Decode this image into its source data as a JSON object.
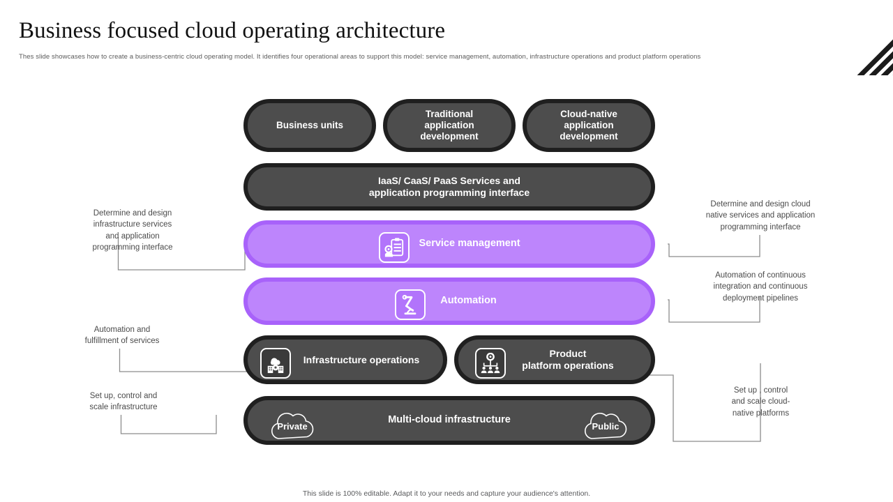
{
  "header": {
    "title": "Business focused cloud operating architecture",
    "subtitle": "Thes slide showcases how to create a business-centric cloud operating model. It identifies four operational areas to support this model:  service management, automation, infrastructure operations and product platform operations"
  },
  "colors": {
    "purple_fill": "#BD85FC",
    "purple_border": "#A862FA",
    "dark_fill": "#4D4D4D",
    "dark_border": "#1F1F1F",
    "connector": "#8C8C8C",
    "text_light": "#FFFFFF",
    "annotation_text": "#4A4A4A"
  },
  "diagram": {
    "top_row": [
      {
        "label": "Business units",
        "style": "dark"
      },
      {
        "label": "Traditional\napplication\ndevelopment",
        "style": "dark"
      },
      {
        "label": "Cloud-native\napplication\ndevelopment",
        "style": "dark"
      }
    ],
    "services_bar": {
      "label": "IaaS/ CaaS/ PaaS Services and\napplication programming interface",
      "style": "dark"
    },
    "service_management": {
      "label": "Service management",
      "icon": "clipboard-gear-hand-icon",
      "style": "purple"
    },
    "automation": {
      "label": "Automation",
      "icon": "robot-arm-icon",
      "style": "purple"
    },
    "operations_row": [
      {
        "label": "Infrastructure operations",
        "icon": "cloud-buildings-gear-icon",
        "style": "dark"
      },
      {
        "label": "Product\nplatform operations",
        "icon": "gear-org-chart-icon",
        "style": "dark"
      }
    ],
    "multi_cloud": {
      "label": "Multi-cloud infrastructure",
      "style": "dark",
      "left_cloud": "Private",
      "right_cloud": "Public"
    }
  },
  "annotations": {
    "left": [
      "Determine and design\ninfrastructure services\nand application\nprogramming interface",
      "Automation and\nfulfillment of services",
      "Set up, control and\nscale infrastructure"
    ],
    "right": [
      "Determine and design cloud\nnative services and application\nprogramming interface",
      "Automation of continuous\nintegration and continuous\ndeployment pipelines",
      "Set up , control\nand scale cloud-\nnative platforms"
    ]
  },
  "footer": {
    "note": "This slide is 100% editable. Adapt it to your needs and capture your audience's attention."
  }
}
